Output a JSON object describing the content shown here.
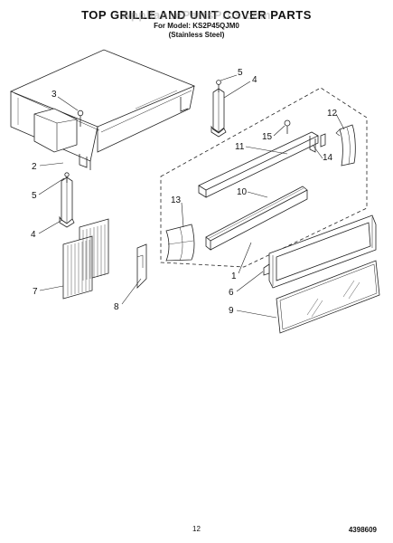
{
  "header": {
    "title": "TOP GRILLE AND UNIT COVER PARTS",
    "watermark": "AppliancePartsPros.com",
    "model_line": "For Model: KS2P45QJM0",
    "finish_line": "(Stainless Steel)"
  },
  "callouts": [
    {
      "id": "c3a",
      "label": "3"
    },
    {
      "id": "c2",
      "label": "2"
    },
    {
      "id": "c5a",
      "label": "5"
    },
    {
      "id": "c4a",
      "label": "4"
    },
    {
      "id": "c7",
      "label": "7"
    },
    {
      "id": "c8",
      "label": "8"
    },
    {
      "id": "c5b",
      "label": "5"
    },
    {
      "id": "c4b",
      "label": "4"
    },
    {
      "id": "c15",
      "label": "15"
    },
    {
      "id": "c12",
      "label": "12"
    },
    {
      "id": "c11",
      "label": "11"
    },
    {
      "id": "c14",
      "label": "14"
    },
    {
      "id": "c10",
      "label": "10"
    },
    {
      "id": "c13",
      "label": "13"
    },
    {
      "id": "c1",
      "label": "1"
    },
    {
      "id": "c6",
      "label": "6"
    },
    {
      "id": "c9",
      "label": "9"
    }
  ],
  "footer": {
    "page_number": "12",
    "part_code": "4398609"
  }
}
